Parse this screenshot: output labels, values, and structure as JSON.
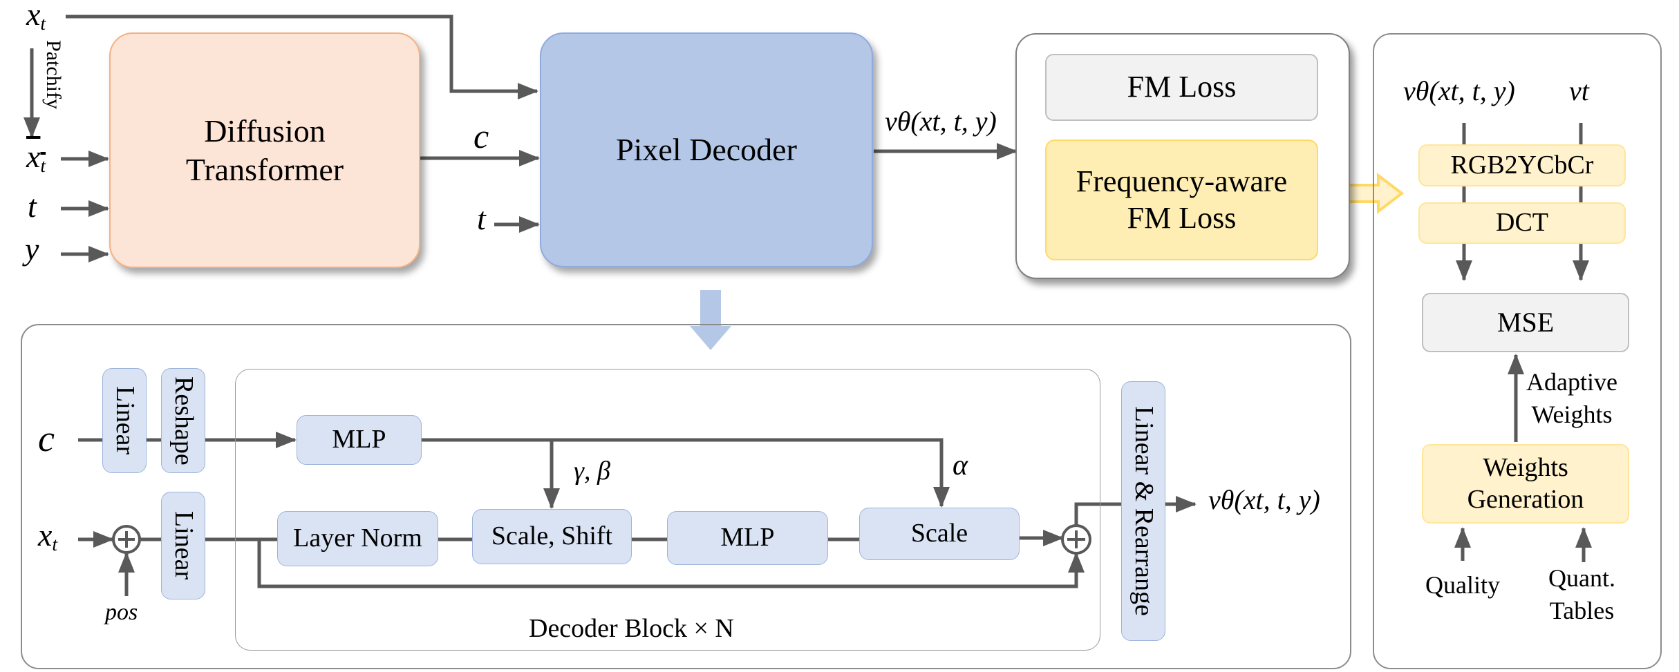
{
  "diagram": {
    "top": {
      "inputs": {
        "xt": "x",
        "xt_sub": "t",
        "patchify": "Patchify",
        "xbar": "x",
        "xbar_sub": "t",
        "t": "t",
        "y": "y"
      },
      "diffusion_transformer": {
        "line1": "Diffusion",
        "line2": "Transformer"
      },
      "c_label": "c",
      "t_label": "t",
      "pixel_decoder": "Pixel Decoder",
      "output_label": "vθ(xt, t, y)",
      "losses": {
        "fm_loss": "FM Loss",
        "freq_line1": "Frequency-aware",
        "freq_line2": "FM Loss"
      }
    },
    "right_panel": {
      "pred_label": "vθ(xt, t, y)",
      "target_label": "vt",
      "rgb2ycbcr": "RGB2YCbCr",
      "dct": "DCT",
      "mse": "MSE",
      "adaptive_line1": "Adaptive",
      "adaptive_line2": "Weights",
      "weights_gen_line1": "Weights",
      "weights_gen_line2": "Generation",
      "quality": "Quality",
      "quant_line1": "Quant.",
      "quant_line2": "Tables"
    },
    "decoder_panel": {
      "c_label": "c",
      "xt_label": "x",
      "xt_sub": "t",
      "pos_label": "pos",
      "linear_c": "Linear",
      "reshape": "Reshape",
      "linear_x": "Linear",
      "mlp_cond": "MLP",
      "gamma_beta": "γ, β",
      "alpha": "α",
      "layer_norm": "Layer Norm",
      "scale_shift": "Scale, Shift",
      "mlp": "MLP",
      "scale": "Scale",
      "linear_rearrange": "Linear & Rearrange",
      "output_label": "vθ(xt, t, y)",
      "block_caption": "Decoder Block × N"
    },
    "colors": {
      "dit_fill": "#fce4d6",
      "decoder_fill": "#b4c7e7",
      "block_fill": "#dae3f3",
      "yellow_fill": "#fff2cc",
      "gray_fill": "#f2f2f2",
      "wire": "#595959"
    }
  }
}
